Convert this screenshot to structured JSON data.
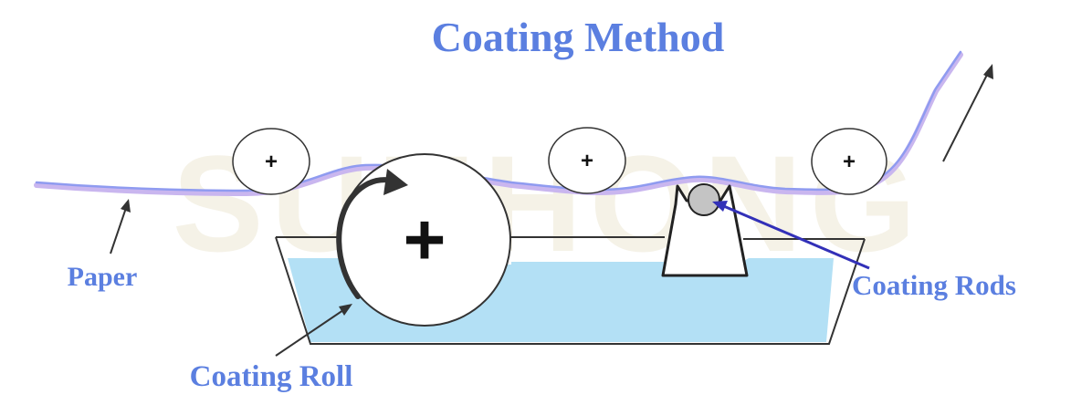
{
  "title": "Coating Method",
  "labels": {
    "paper": "Paper",
    "coating_roll": "Coating Roll",
    "coating_rods": "Coating Rods"
  },
  "watermark": "SUNHONG",
  "roll_symbols": {
    "guide": "+",
    "coating": "+"
  },
  "colors": {
    "label_blue": "#5b7fe0",
    "coating_liquid": "#b3e0f5",
    "paper_blue": "#8f9bf0",
    "paper_lavender": "#c9b6ef",
    "rod_gray": "#c4c4c4",
    "pointer_blue": "#3230b8",
    "line_dark": "#333333"
  }
}
